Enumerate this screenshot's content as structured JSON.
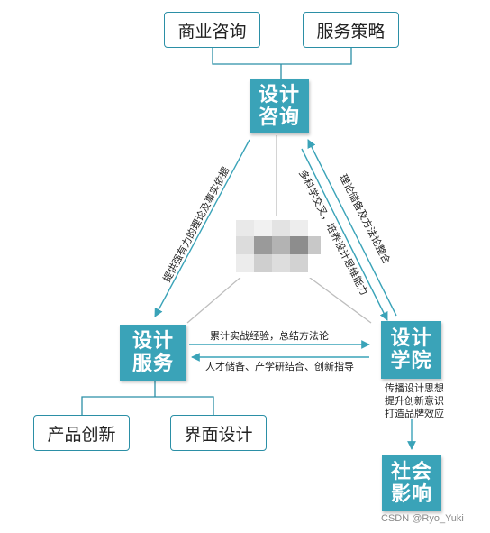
{
  "nodes": {
    "consult": "设计\n咨询",
    "service": "设计\n服务",
    "academy": "设计\n学院",
    "impact": "社会\n影响"
  },
  "top_boxes": {
    "business": "商业咨询",
    "strategy": "服务策略"
  },
  "bottom_boxes": {
    "product": "产品创新",
    "interface": "界面设计"
  },
  "edges": {
    "consult_to_service": "提供强有力的理论及事实依据",
    "academy_to_consult": "理论储备及方法论整合",
    "consult_to_academy": "多科学交叉，培养设计思维能力",
    "service_to_academy": "累计实战经验，总结方法论",
    "academy_to_service": "人才储备、产学研结合、创新指导"
  },
  "academy_notes": [
    "传播设计思想",
    "提升创新意识",
    "打造品牌效应"
  ],
  "watermark": "CSDN @Ryo_Yuki",
  "colors": {
    "teal": "#3aa3b8",
    "teal_dark": "#2b8fa6",
    "line": "#bdbdbd",
    "arrow": "#3aa3b8"
  }
}
